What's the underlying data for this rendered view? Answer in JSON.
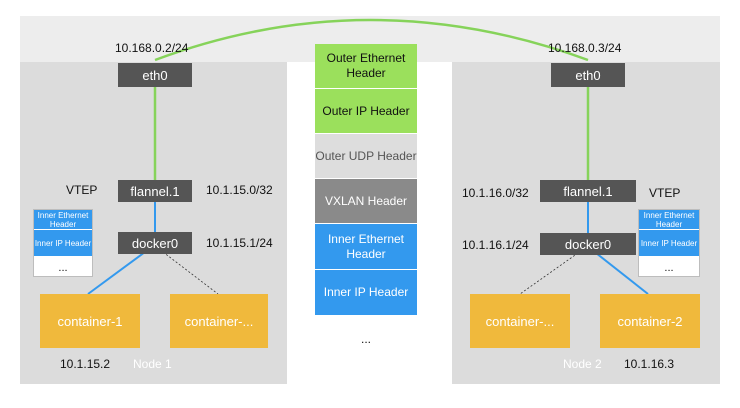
{
  "node1": {
    "name": "Node 1",
    "eth0": {
      "label": "eth0",
      "ip": "10.168.0.2/24"
    },
    "flannel": {
      "label": "flannel.1",
      "subnet": "10.1.15.0/32"
    },
    "vtep_label": "VTEP",
    "docker": {
      "label": "docker0",
      "ip": "10.1.15.1/24"
    },
    "mini_stack": [
      "Inner Ethernet Header",
      "Inner IP Header",
      "..."
    ],
    "containers": [
      {
        "label": "container-1",
        "ip": "10.1.15.2"
      },
      {
        "label": "container-..."
      }
    ]
  },
  "node2": {
    "name": "Node 2",
    "eth0": {
      "label": "eth0",
      "ip": "10.168.0.3/24"
    },
    "flannel": {
      "label": "flannel.1",
      "subnet": "10.1.16.0/32"
    },
    "vtep_label": "VTEP",
    "docker": {
      "label": "docker0",
      "ip": "10.1.16.1/24"
    },
    "mini_stack": [
      "Inner Ethernet Header",
      "Inner IP Header",
      "..."
    ],
    "containers": [
      {
        "label": "container-..."
      },
      {
        "label": "container-2",
        "ip": "10.1.16.3"
      }
    ]
  },
  "packet": [
    {
      "label": "Outer Ethernet Header",
      "color": "#9be05c",
      "text_color": "#111111"
    },
    {
      "label": "Outer IP Header",
      "color": "#9be05c",
      "text_color": "#111111"
    },
    {
      "label": "Outer UDP Header",
      "color": "#dddddd",
      "text_color": "#555555"
    },
    {
      "label": "VXLAN Header",
      "color": "#8a8a8a",
      "text_color": "#ffffff"
    },
    {
      "label": "Inner Ethernet Header",
      "color": "#3399ee",
      "text_color": "#ffffff"
    },
    {
      "label": "Inner IP Header",
      "color": "#3399ee",
      "text_color": "#ffffff"
    },
    {
      "label": "...",
      "color": "#ffffff",
      "text_color": "#111111"
    }
  ],
  "colors": {
    "green_link": "#86d35a",
    "blue_link": "#3399ee",
    "device": "#555555",
    "container": "#f0b93c",
    "node_bg": "#dcdcdc"
  }
}
